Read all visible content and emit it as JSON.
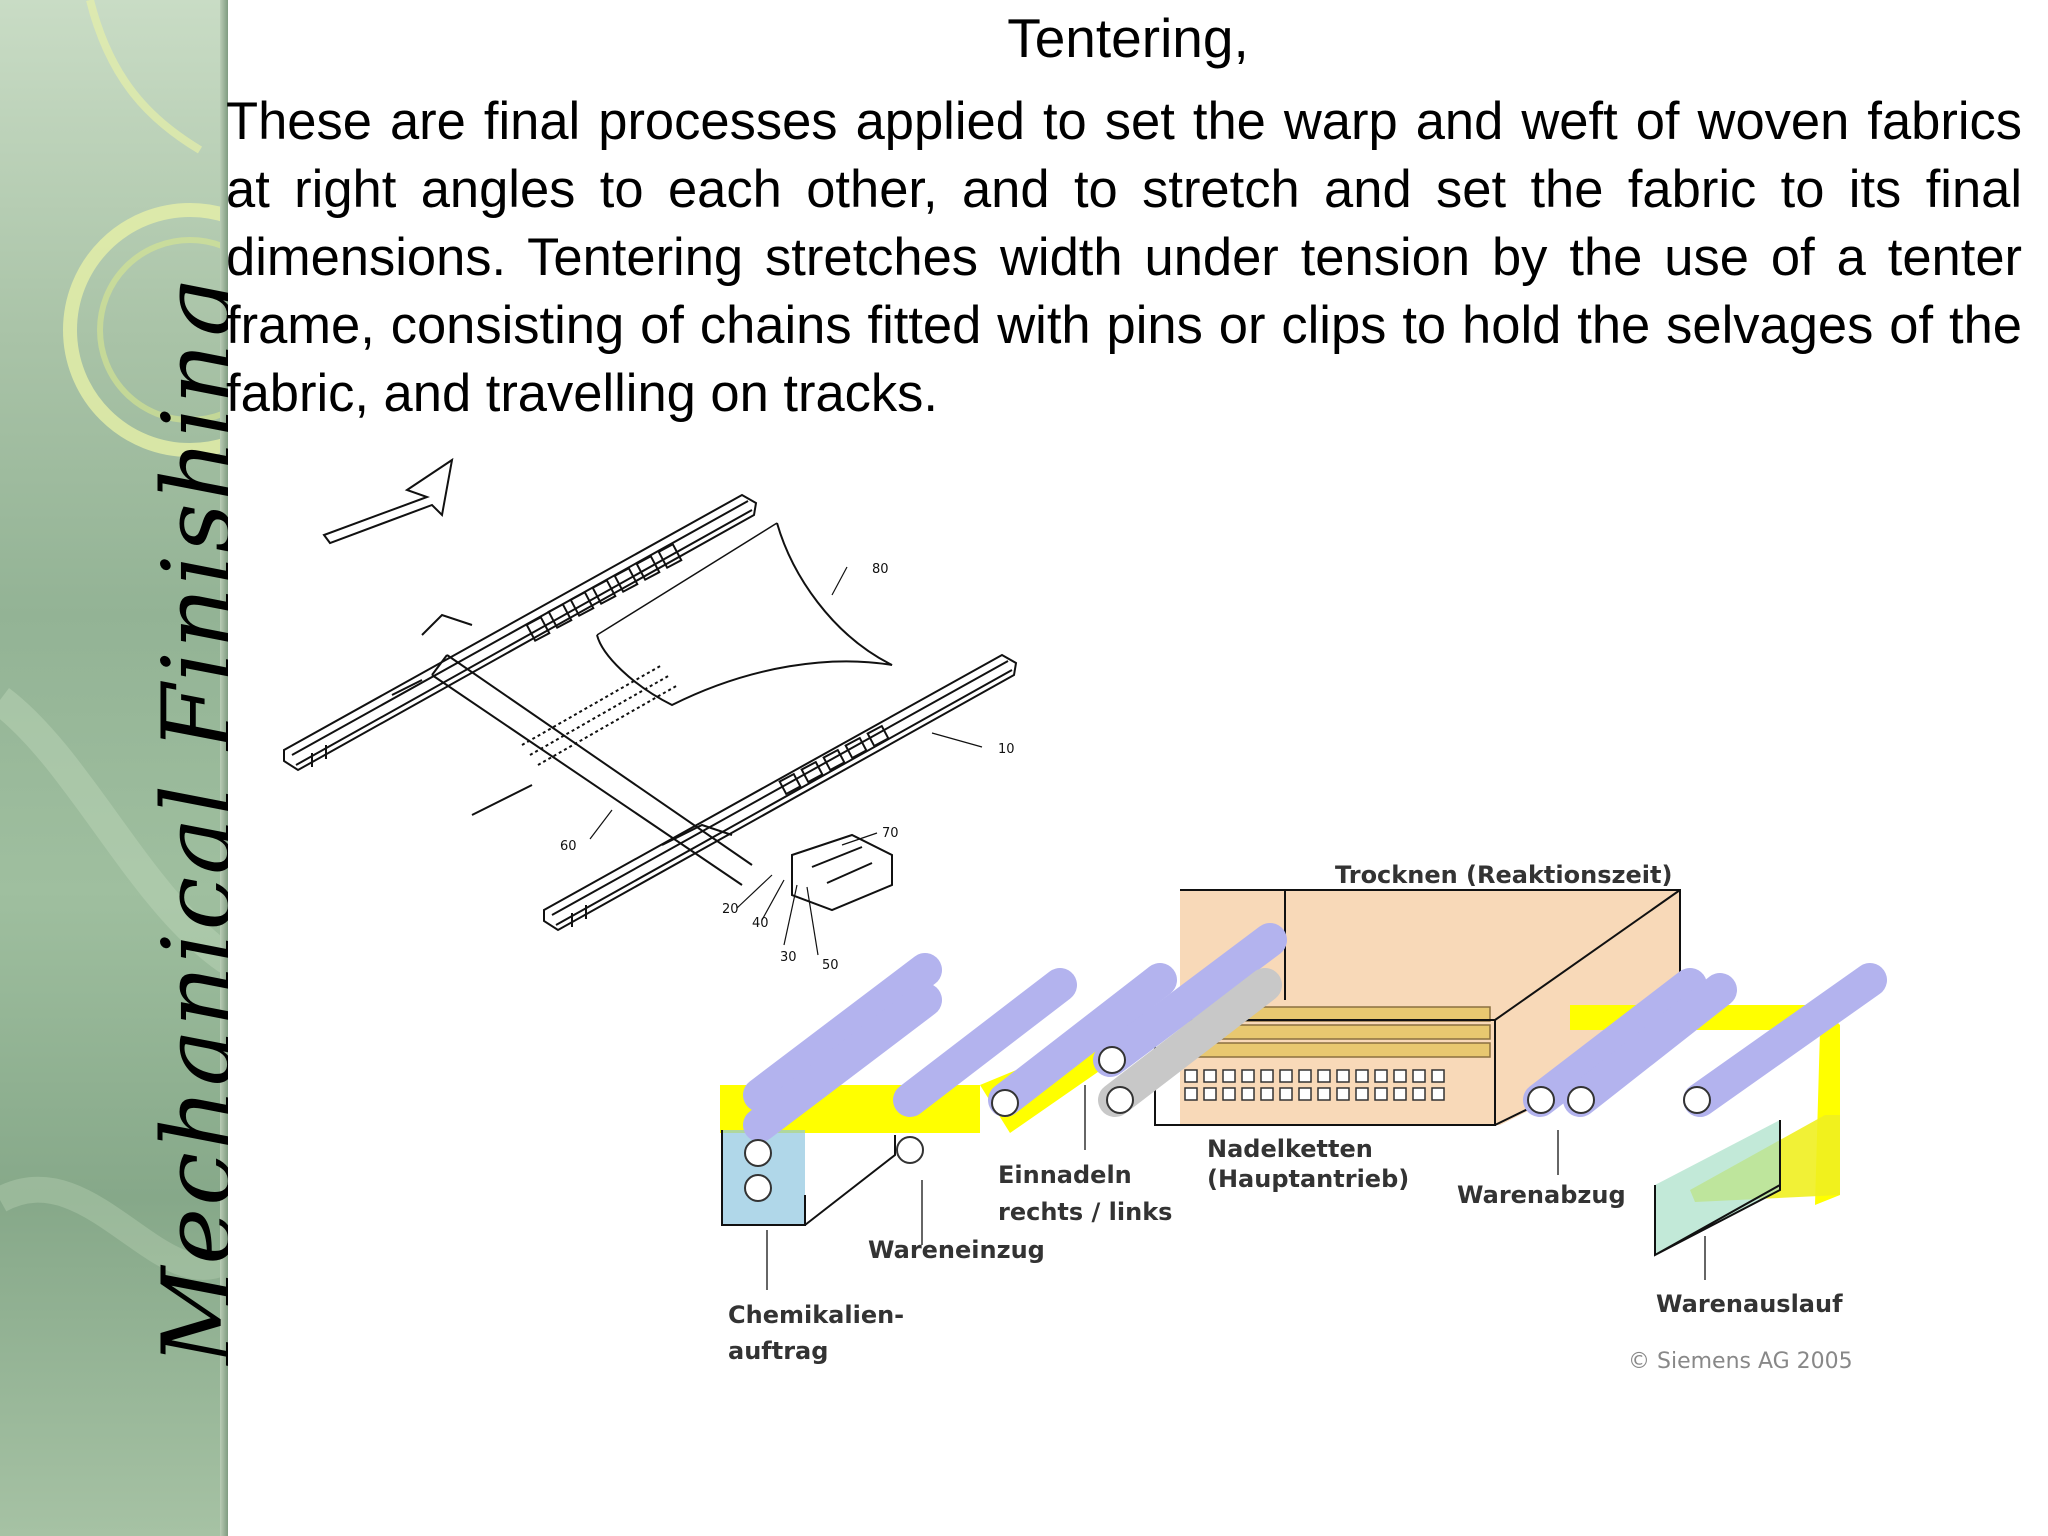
{
  "sidebar": {
    "title": "Mechanical Finishing"
  },
  "slide": {
    "title": "Tentering,",
    "body": "These are final processes applied to set the warp and weft of woven fabrics at right angles to each other, and to stretch and set the fabric to its final dimensions. Tentering stretches width under tension by the use of a tenter frame, consisting of chains fitted with pins or clips to hold the selvages of the fabric, and travelling on tracks."
  },
  "figure1": {
    "callouts": [
      "80",
      "10",
      "70",
      "60",
      "20",
      "40",
      "30",
      "50"
    ]
  },
  "figure2": {
    "labels": {
      "drying": "Trocknen (Reaktionszeit)",
      "needle_chains_1": "Nadelketten",
      "needle_chains_2": "(Hauptantrieb)",
      "pin_on_1": "Einnadeln",
      "pin_on_2": "rechts / links",
      "fabric_infeed": "Wareneinzug",
      "chemical_1": "Chemikalien-",
      "chemical_2": "auftrag",
      "fabric_takeoff": "Warenabzug",
      "fabric_outlet": "Warenauslauf"
    },
    "copyright": "© Siemens AG 2005",
    "colors": {
      "fabric": "#ffff00",
      "rollers": "#b3b3ee",
      "dryer": "#f8d9b8",
      "trough": "#8ec6e0"
    }
  }
}
